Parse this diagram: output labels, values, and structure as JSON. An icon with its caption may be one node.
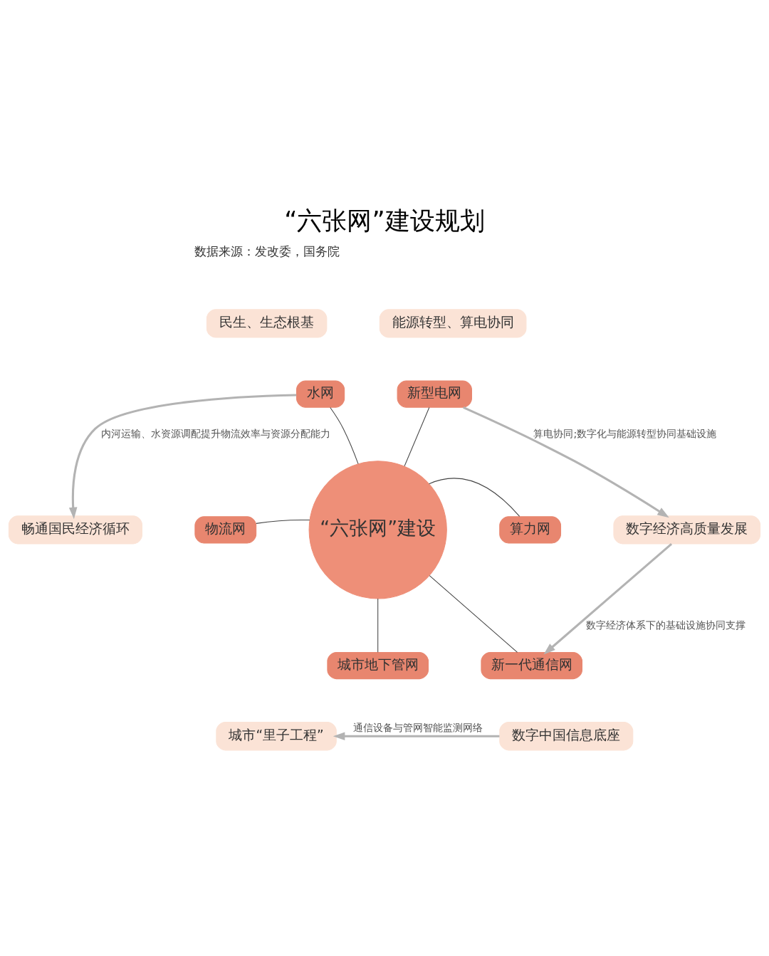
{
  "diagram": {
    "title": "“六张网”建设规划",
    "nodes": [
      {
        "text": [
          "民生、生态根基"
        ]
      },
      {
        "text": [
          "能源转型、算电协同"
        ]
      },
      {
        "text": [
          "水网"
        ]
      },
      {
        "text": [
          "新型电网"
        ]
      },
      {
        "text": [
          "畅通国民经济循环"
        ]
      },
      {
        "text": [
          "物流网"
        ]
      },
      {
        "text": [
          "“六张网”建设"
        ]
      },
      {
        "text": [
          "算力网"
        ]
      },
      {
        "text": [
          "数字经济高质量发展"
        ]
      },
      {
        "text": [
          "城市地下管网"
        ]
      },
      {
        "text": [
          "新一代通信网"
        ]
      },
      {
        "text": [
          "城市“里子工程”"
        ]
      },
      {
        "text": [
          "数字中国信息底座"
        ]
      }
    ],
    "edges": [
      {
        "from": 6,
        "to": 2,
        "arrow": "none"
      },
      {
        "from": 6,
        "to": 3,
        "arrow": "none"
      },
      {
        "from": 6,
        "to": 7,
        "arrow": "none"
      },
      {
        "from": 6,
        "to": 10,
        "arrow": "none"
      },
      {
        "from": 6,
        "to": 9,
        "arrow": "none"
      },
      {
        "from": 6,
        "to": 5,
        "arrow": "none"
      },
      {
        "from": 2,
        "to": 4,
        "arrow": "to",
        "label": "内河运输、水资源调配提升物流效率与资源分配能力",
        "style": "thick",
        "color": "#b3b3b3"
      },
      {
        "from": 3,
        "to": 8,
        "arrow": "to",
        "label": "算电协同;数字化与能源转型协同基础设施",
        "style": "thick",
        "color": "#b3b3b3"
      },
      {
        "from": 8,
        "to": 10,
        "arrow": "to",
        "label": "数字经济体系下的基础设施协同支撑",
        "style": "thick",
        "color": "#b3b3b3"
      },
      {
        "from": 12,
        "to": 11,
        "arrow": "to",
        "label": "通信设备与管网智能监测网络",
        "style": "thick",
        "color": "#b3b3b3"
      }
    ],
    "labels": [
      "数据来源：发改委，国务院"
    ]
  }
}
